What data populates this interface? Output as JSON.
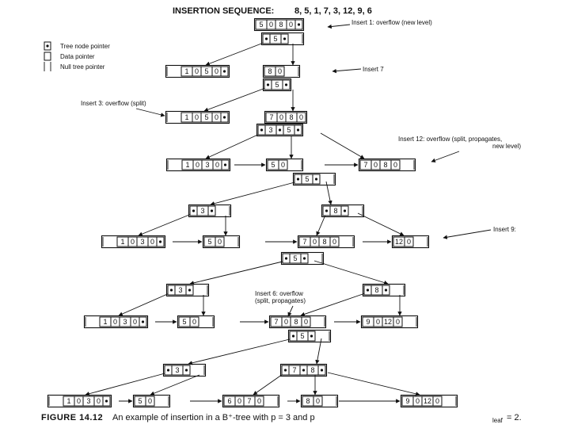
{
  "header": {
    "sequence_label": "INSERTION SEQUENCE:",
    "sequence_values": "8, 5, 1, 7, 3, 12, 9, 6"
  },
  "legend": {
    "tree_node_pointer": "Tree node pointer",
    "data_pointer": "Data pointer",
    "null_tree_pointer": "Null tree pointer"
  },
  "annotations": {
    "insert1": "Insert 1: overflow (new level)",
    "insert7": "Insert 7",
    "insert3": "Insert 3: overflow (split)",
    "insert12_a": "Insert 12: overflow (split, propagates,",
    "insert12_b": "new level)",
    "insert9": "Insert 9:",
    "insert6_a": "Insert 6: overflow",
    "insert6_b": "(split, propagates)"
  },
  "caption": {
    "figure": "FIGURE 14.12",
    "text": "An example of insertion in a B⁺-tree with p = 3 and p",
    "sub": "leaf",
    "tail": " = 2."
  },
  "values": {
    "k1": "1",
    "k3": "3",
    "k5": "5",
    "k6": "6",
    "k7": "7",
    "k8": "8",
    "k9": "9",
    "k12": "12",
    "zero": "0"
  }
}
